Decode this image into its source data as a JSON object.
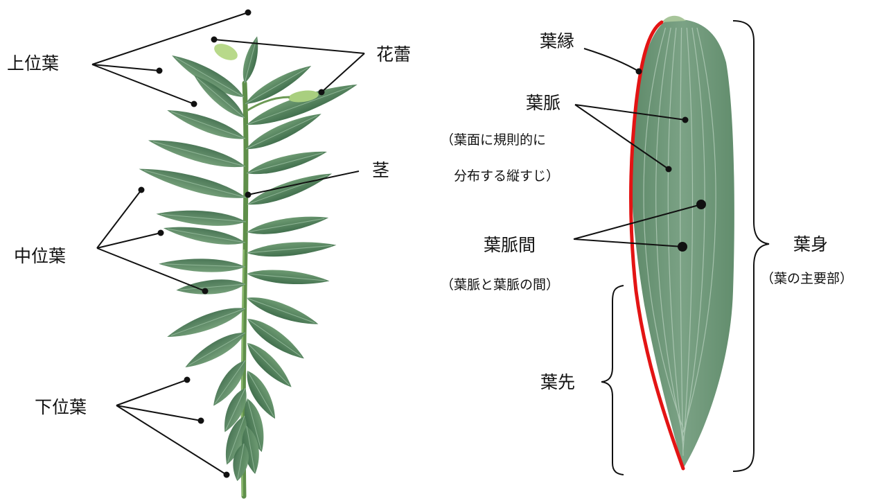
{
  "plant": {
    "labels": {
      "upper_leaves": "上位葉",
      "middle_leaves": "中位葉",
      "lower_leaves": "下位葉",
      "flower_bud": "花蕾",
      "stem": "茎"
    }
  },
  "leaf": {
    "labels": {
      "margin": "葉縁",
      "vein": "葉脈",
      "vein_note_line1": "（葉面に規則的に",
      "vein_note_line2": "分布する縦すじ）",
      "intervein": "葉脈間",
      "intervein_note": "（葉脈と葉脈の間）",
      "tip": "葉先",
      "blade": "葉身",
      "blade_note": "（葉の主要部）"
    }
  },
  "colors": {
    "leaf_green": "#6f9a79",
    "leaf_dark": "#4f7d5c",
    "stem_green": "#5f8f4a",
    "bud_green": "#b8d98a",
    "margin_red": "#e31414",
    "line": "#111111"
  }
}
